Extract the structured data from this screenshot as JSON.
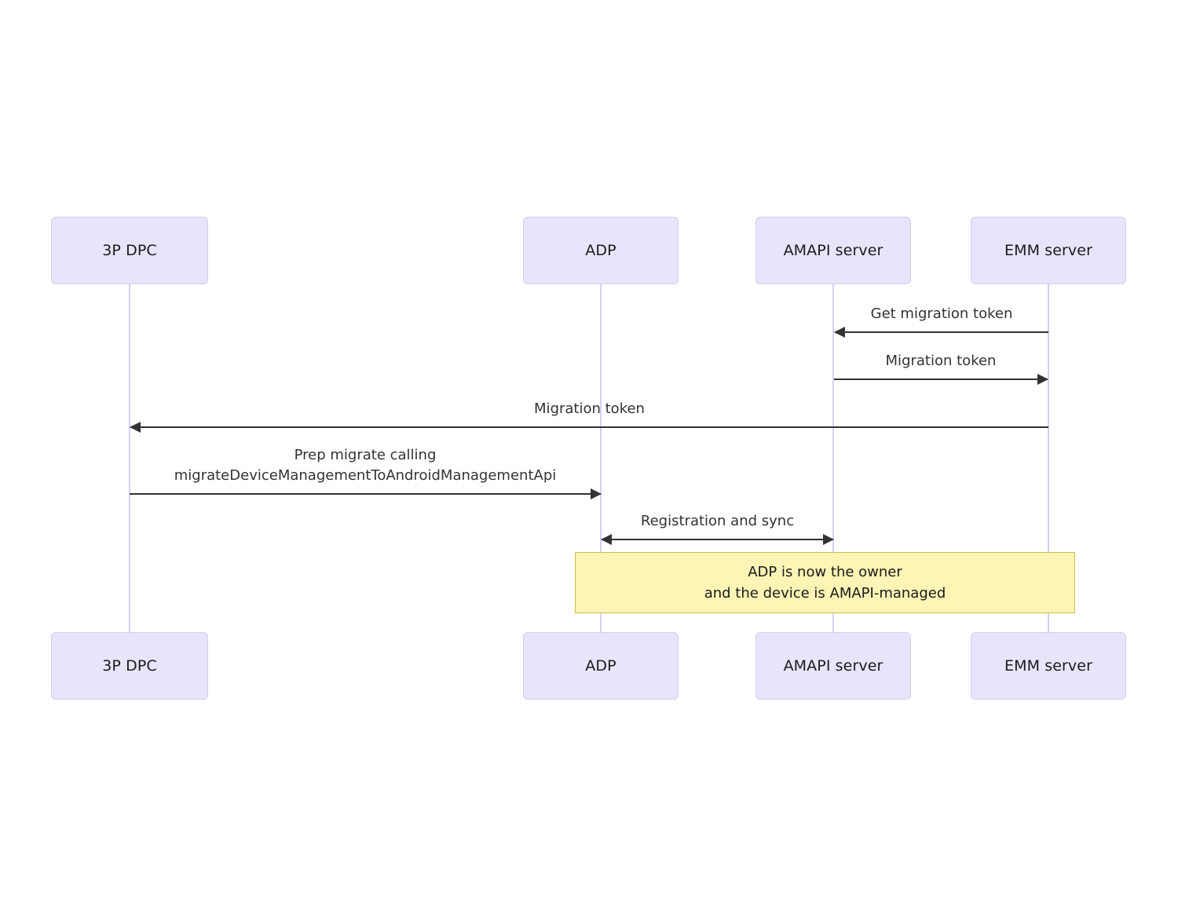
{
  "diagram": {
    "type": "sequence-diagram",
    "background": "#ffffff",
    "participant_fill": "#e8e4fb",
    "participant_stroke": "#d7cdf5",
    "lifeline_color": "#d9cdf7",
    "arrow_color": "#333333",
    "note_fill": "#fdf4b6",
    "note_stroke": "#ccc04a",
    "participants": [
      {
        "id": "dpc",
        "label": "3P DPC"
      },
      {
        "id": "adp",
        "label": "ADP"
      },
      {
        "id": "amapi",
        "label": "AMAPI server"
      },
      {
        "id": "emm",
        "label": "EMM server"
      }
    ],
    "messages": [
      {
        "from": "emm",
        "to": "amapi",
        "label": "Get migration token",
        "direction": "left"
      },
      {
        "from": "amapi",
        "to": "emm",
        "label": "Migration token",
        "direction": "right"
      },
      {
        "from": "emm",
        "to": "dpc",
        "label": "Migration token",
        "direction": "left"
      },
      {
        "from": "dpc",
        "to": "adp",
        "label": "Prep migrate calling\nmigrateDeviceManagementToAndroidManagementApi",
        "direction": "right"
      },
      {
        "from": "adp",
        "to": "amapi",
        "label": "Registration and sync",
        "direction": "both"
      }
    ],
    "notes": [
      {
        "label": "ADP is now the owner\nand the device is AMAPI-managed"
      }
    ]
  }
}
